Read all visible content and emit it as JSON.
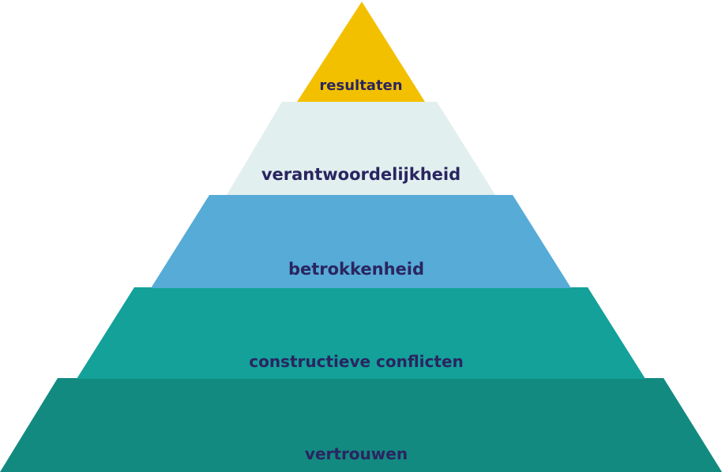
{
  "title": "",
  "tiers": [
    {
      "label": "resultaten",
      "color": "#f3c000"
    },
    {
      "label": "verantwoordelijkheid",
      "color": "#e1efee"
    },
    {
      "label": "betrokkenheid",
      "color": "#56abd7"
    },
    {
      "label": "constructieve conflicten",
      "color": "#13a19a"
    },
    {
      "label": "vertrouwen",
      "color": "#128a80"
    }
  ]
}
